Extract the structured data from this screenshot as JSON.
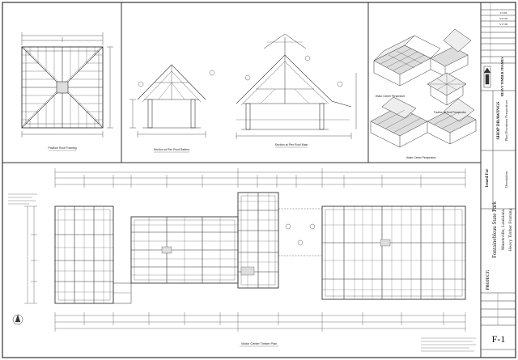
{
  "sheet": {
    "colors": {
      "line": "#333333",
      "fill": "#dddddd",
      "dark": "#111111",
      "paper": "#ffffff"
    }
  },
  "panels": {
    "pavilion_roof_plan_caption": "Pavilion Roof Framing",
    "roof_sections_caption": "Section at Pier Roof Rafters",
    "roof_sections_caption_2": "Section at Pier Roof Main",
    "perspective_1_caption": "Visitor Center Perspective",
    "perspective_2_caption": "Pavilion at Roof Perspective",
    "perspective_3_caption": "Visitor Center Perspective",
    "floor_plan_caption": "Visitor Center Timber Plan"
  },
  "title_block": {
    "dates": [
      "2/5/06",
      "3/27/06",
      "5/17/06"
    ],
    "firm": "HEAVY TIMBER FRAMES",
    "issued_label": "Issued For",
    "issued_value": "SHOP DRAWINGS",
    "description_label": "Description",
    "description_value": "Plan Elevations Perspectives",
    "project_label": "PROJECT:",
    "project_name": "Fontainebleau State Park",
    "project_location": "Mandeville, Louisiana",
    "project_scope": "Heavy Timber Framing",
    "sheet_number": "F-1"
  }
}
